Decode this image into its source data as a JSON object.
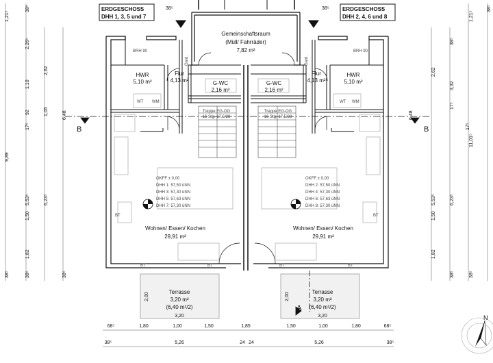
{
  "titles": {
    "left": {
      "line1": "ERDGESCHOSS",
      "line2": "DHH 1, 3, 5 und 7"
    },
    "right": {
      "line1": "ERDGESCHOSS",
      "line2": "DHH 2, 4, 6 und 8"
    }
  },
  "rooms": {
    "gemeinschaft": {
      "name": "Gemeinschaftsraum",
      "sub": "(Müll/ Fahrräder)",
      "area": "7,82 m²"
    },
    "gard_left": "Gard.",
    "gard_right": "Gard.",
    "brh_left": "BRH 90",
    "brh_right": "BRH 90",
    "hwr_left": {
      "name": "HWR",
      "area": "5,10 m²"
    },
    "hwr_right": {
      "name": "HWR",
      "area": "5,10 m²"
    },
    "flur_left": {
      "name": "Flur",
      "area": "4,13 m²"
    },
    "flur_right": {
      "name": "Flur",
      "area": "4,13 m²"
    },
    "gwc_left": {
      "name": "G-WC",
      "area": "2,16 m²"
    },
    "gwc_right": {
      "name": "G-WC",
      "area": "2,16 m²"
    },
    "treppe_left": "Treppe EG-OG",
    "treppe_left_spec": "16 Stg. 17,5/28",
    "treppe_right": "Treppe EG-OG",
    "treppe_right_spec": "16 Stg. 17,5/28",
    "wt": "WT",
    "wm": "WM",
    "wohnen_left": {
      "name": "Wohnen/ Essen/ Kochen",
      "area": "29,91 m²"
    },
    "wohnen_right": {
      "name": "Wohnen/ Essen/ Kochen",
      "area": "29,91 m²"
    },
    "terrasse_left": {
      "name": "Terrasse",
      "area": "3,20 m²",
      "half": "(6,40 m²/2)"
    },
    "terrasse_right": {
      "name": "Terrasse",
      "area": "3,20 m²",
      "half": "(6,40 m²/2)"
    },
    "bt": "BT"
  },
  "levels": {
    "left": [
      "OKFF ± 0,00",
      "DHH 1: 57,50 üNN",
      "DHH 3: 57,30 üNN",
      "DHH 5: 57,63 üNN",
      "DHH 7: 57,30 üNN"
    ],
    "right": [
      "OKFF ± 0,00",
      "DHH 2: 57,50 üNN",
      "DHH 4: 57,30 üNN",
      "DHH 6: 57,63 üNN",
      "DHH 8: 57,30 üNN"
    ]
  },
  "section": {
    "left": "B",
    "right": "B",
    "a": "A"
  },
  "north": "N",
  "dims_bottom_row1": [
    "68⁵",
    "1,80",
    "1,00",
    "1,50",
    "1,85",
    "1,50",
    "1,00",
    "1,80",
    "68⁵"
  ],
  "dims_bottom_row2": [
    "38⁵",
    "5,26",
    "24",
    "24",
    "5,26",
    "38⁵"
  ],
  "terrace_width": [
    "3,20",
    "3,20"
  ],
  "terrace_depth": [
    "2,00",
    "2,00"
  ],
  "dims_left": {
    "outer": [
      "1,21⁵",
      "9,89",
      "38⁵"
    ],
    "col2": [
      "38⁵",
      "2,26⁵",
      "1,10",
      "92",
      "17⁵",
      "5,53⁵",
      "1,50",
      "1,82",
      "38⁵"
    ],
    "col3": [
      "2,62",
      "1,05",
      "6,23⁵"
    ],
    "col4": [
      "6,48",
      "38⁵"
    ]
  },
  "dims_right": {
    "outer": [
      "1,21⁵",
      "11,01⁵",
      "38⁵"
    ],
    "col2": [
      "38⁵",
      "3,32",
      "17⁵",
      "6,23⁵",
      "38⁵"
    ],
    "col3": [
      "2,62",
      "5,53⁵",
      "1,50",
      "1,82"
    ],
    "col4": [
      "38⁵",
      "6,48",
      "17⁵"
    ]
  },
  "top_dims_left": [
    "38⁵"
  ],
  "top_dims_right": [
    "38⁵"
  ]
}
